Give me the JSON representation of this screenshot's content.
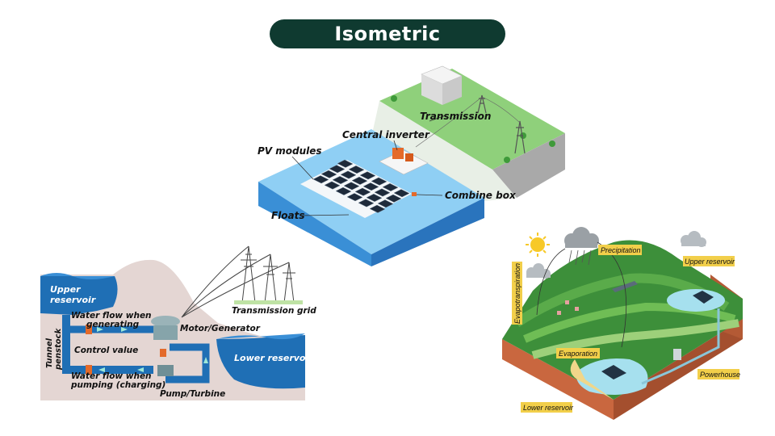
{
  "title": "Isometric",
  "floating_pv": {
    "transmission": "Transmission",
    "central_inverter": "Central inverter",
    "pv_modules": "PV modules",
    "combine_box": "Combine box",
    "floats": "Floats"
  },
  "pumped_hydro": {
    "upper_reservoir_l1": "Upper",
    "upper_reservoir_l2": "reservoir",
    "water_flow_gen_l1": "Water flow when",
    "water_flow_gen_l2": "generating",
    "motor_generator": "Motor/Generator",
    "tunnel_l1": "Tunnel",
    "tunnel_l2": "penstock",
    "control_value": "Control value",
    "water_flow_pump_l1": "Water flow when",
    "water_flow_pump_l2": "pumping (charging)",
    "lower_reservoir": "Lower reservoir",
    "pump_turbine": "Pump/Turbine",
    "transmission_grid": "Transmission grid"
  },
  "hydro_landscape": {
    "precipitation": "Precipitation",
    "upper_reservoir": "Upper reservoir",
    "evapotranspiration": "Evapotranspiration",
    "evaporation": "Evaporation",
    "powerhouse": "Powerhouse",
    "lower_reservoir": "Lower reservoir"
  },
  "colors": {
    "title_bg": "#0f3a30",
    "water": "#4aa3df",
    "water_dark": "#1f6fb5",
    "grass": "#7cc46a",
    "label_tag": "#f2cf4a"
  }
}
